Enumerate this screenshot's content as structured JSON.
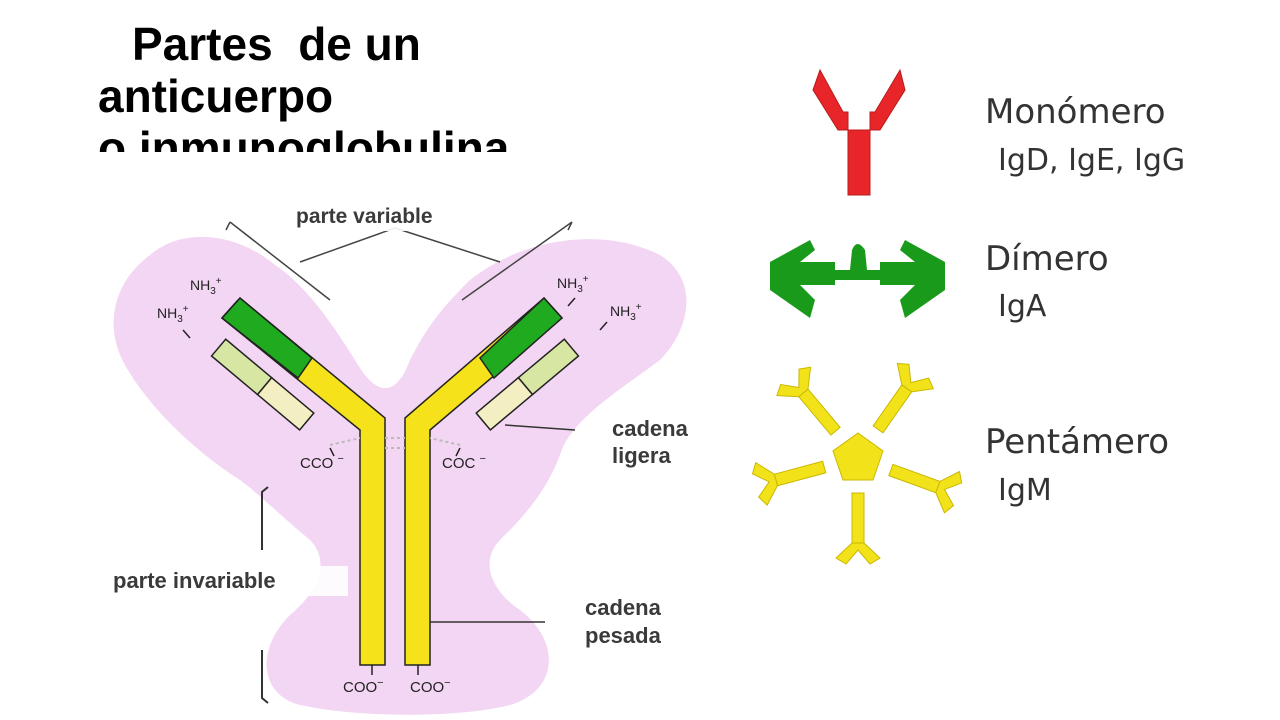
{
  "title": {
    "line1": "Partes  de un",
    "line2": "anticuerpo",
    "line3": "o inmunoglobulina"
  },
  "antibody_diagram": {
    "parte_variable": "parte variable",
    "parte_invariable": "parte invariable",
    "cadena_ligera_1": "cadena",
    "cadena_ligera_2": "ligera",
    "cadena_pesada_1": "cadena",
    "cadena_pesada_2": "pesada",
    "nh3": "NH",
    "nh3_sub": "3",
    "nh3_sup": "+",
    "cco_left": "CCO",
    "coc_right": "COC",
    "coo_left": "COO",
    "coo_right": "COO",
    "minus": "−"
  },
  "legend": {
    "monomer": {
      "name": "Monómero",
      "classes": "IgD, IgE, IgG",
      "color": "#e8262a"
    },
    "dimer": {
      "name": "Dímero",
      "classes": "IgA",
      "color": "#1a9a1a"
    },
    "pentamer": {
      "name": "Pentámero",
      "classes": "IgM",
      "color": "#f2e21a"
    }
  },
  "colors": {
    "background_blob": "#f3d6f3",
    "variable_heavy": "#1faa1f",
    "heavy_chain": "#f5e21a",
    "light_chain_variable": "#d8e6a4",
    "light_chain_constant": "#f3efc2"
  }
}
